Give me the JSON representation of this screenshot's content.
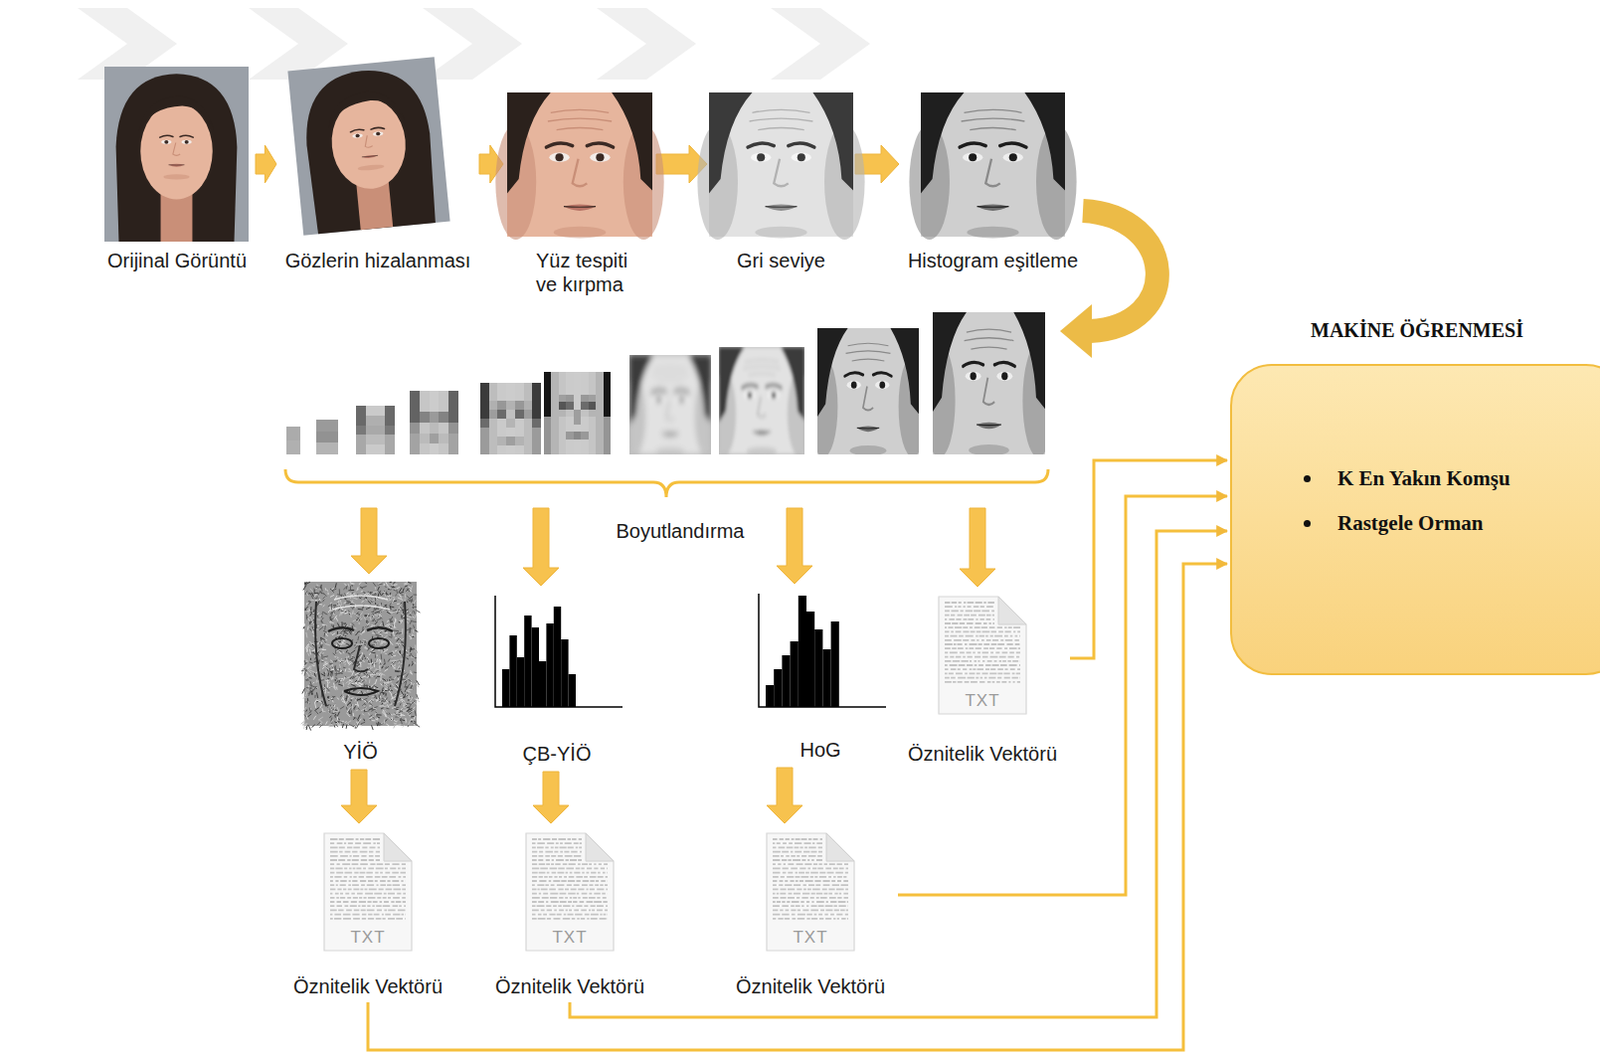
{
  "diagram": {
    "nodes": [
      {
        "text": [
          "Orijinal Görüntü"
        ]
      },
      {
        "text": [
          "Gözlerin hizalanması"
        ]
      },
      {
        "text": [
          "Yüz tespiti ve kırpma"
        ]
      },
      {
        "text": [
          "Gri seviye"
        ]
      },
      {
        "text": [
          "Histogram eşitleme"
        ]
      },
      {
        "text": [
          "Boyutlandırma"
        ]
      },
      {
        "text": [
          "YİÖ"
        ]
      },
      {
        "text": [
          "ÇB-YİÖ"
        ]
      },
      {
        "text": [
          "HoG"
        ]
      },
      {
        "text": [
          "Öznitelik Vektörü"
        ]
      },
      {
        "text": [
          "Öznitelik Vektörü"
        ]
      },
      {
        "text": [
          "Öznitelik Vektörü"
        ]
      },
      {
        "text": [
          "Öznitelik Vektörü"
        ]
      },
      {
        "text": [
          "MAKİNE ÖĞRENMESİ",
          "K En Yakın Komşu",
          "Rastgele Orman"
        ]
      }
    ],
    "edges": [
      {
        "from": 0,
        "to": 1,
        "arrow": "to"
      },
      {
        "from": 1,
        "to": 2,
        "arrow": "to"
      },
      {
        "from": 2,
        "to": 3,
        "arrow": "to"
      },
      {
        "from": 3,
        "to": 4,
        "arrow": "to"
      },
      {
        "from": 4,
        "to": 5,
        "arrow": "to"
      },
      {
        "from": 5,
        "to": 6,
        "arrow": "to"
      },
      {
        "from": 5,
        "to": 7,
        "arrow": "to"
      },
      {
        "from": 5,
        "to": 8,
        "arrow": "to"
      },
      {
        "from": 5,
        "to": 9,
        "arrow": "to"
      },
      {
        "from": 6,
        "to": 10,
        "arrow": "to"
      },
      {
        "from": 7,
        "to": 11,
        "arrow": "to"
      },
      {
        "from": 8,
        "to": 12,
        "arrow": "to"
      },
      {
        "from": 9,
        "to": 13,
        "arrow": "to"
      },
      {
        "from": 12,
        "to": 13,
        "arrow": "to"
      },
      {
        "from": 11,
        "to": 13,
        "arrow": "to"
      },
      {
        "from": 10,
        "to": 13,
        "arrow": "to"
      }
    ],
    "labels": [
      "TXT",
      "TXT",
      "TXT",
      "TXT"
    ]
  }
}
